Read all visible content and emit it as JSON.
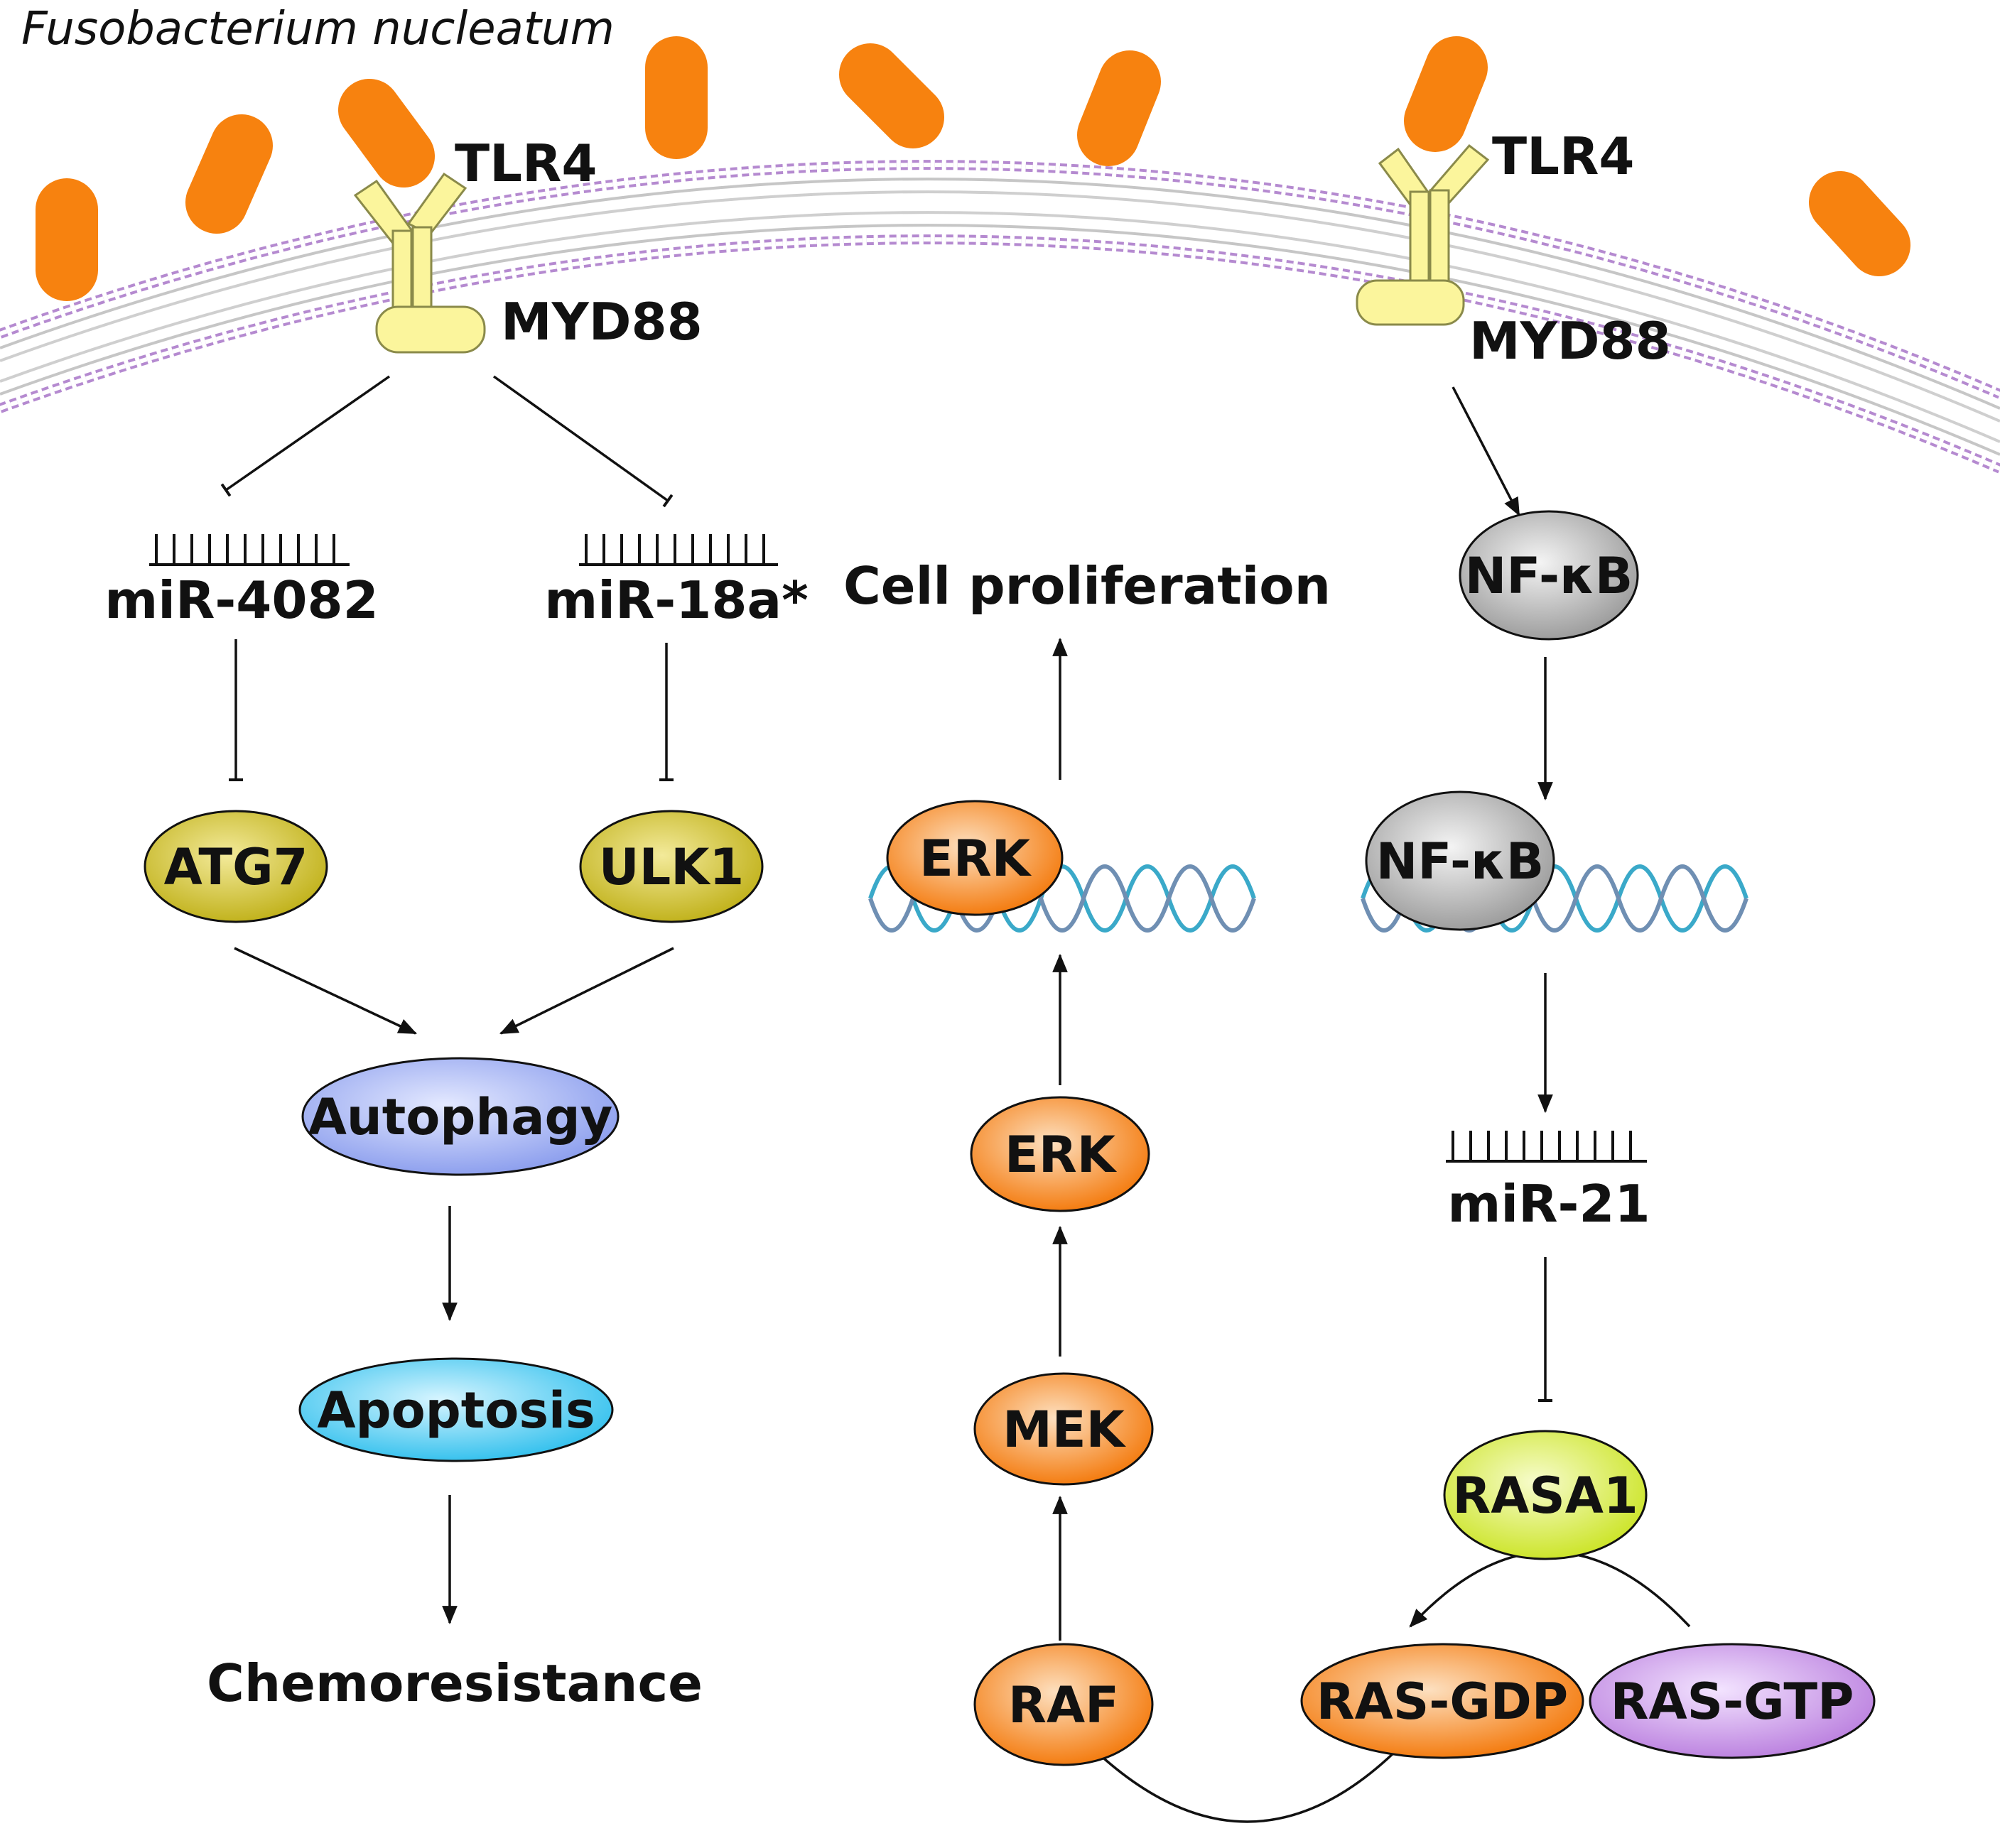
{
  "title": "Fusobacterium nucleatum",
  "receptors": {
    "left": {
      "tlr": "TLR4",
      "adaptor": "MYD88"
    },
    "right": {
      "tlr": "TLR4",
      "adaptor": "MYD88"
    }
  },
  "mirnas": {
    "mir4082": "miR-4082",
    "mir18a": "miR-18a*",
    "mir21": "miR-21"
  },
  "nodes": {
    "atg7": "ATG7",
    "ulk1": "ULK1",
    "autophagy": "Autophagy",
    "apoptosis": "Apoptosis",
    "erk_nuclear": "ERK",
    "erk": "ERK",
    "mek": "MEK",
    "raf": "RAF",
    "nfkb_cyto": "NF-κB",
    "nfkb_nuclear": "NF-κB",
    "rasa1": "RASA1",
    "ras_gdp": "RAS-GDP",
    "ras_gtp": "RAS-GTP"
  },
  "outcomes": {
    "proliferation": "Cell proliferation",
    "chemoresistance": "Chemoresistance"
  },
  "colors": {
    "bacteria": "#f7820f",
    "receptor": "#fbf59c",
    "membrane": "#b58ad0",
    "olive": "#c2b31e",
    "autophagy": "#93a6ef",
    "apoptosis": "#3cc6ef",
    "orange_node": "#f7821a",
    "grey_node": "#a9a9a9",
    "rasa1": "#cfe831",
    "ras_gtp": "#c38ce2",
    "dna_a": "#3aa9c9",
    "dna_b": "#6f8fb3"
  }
}
